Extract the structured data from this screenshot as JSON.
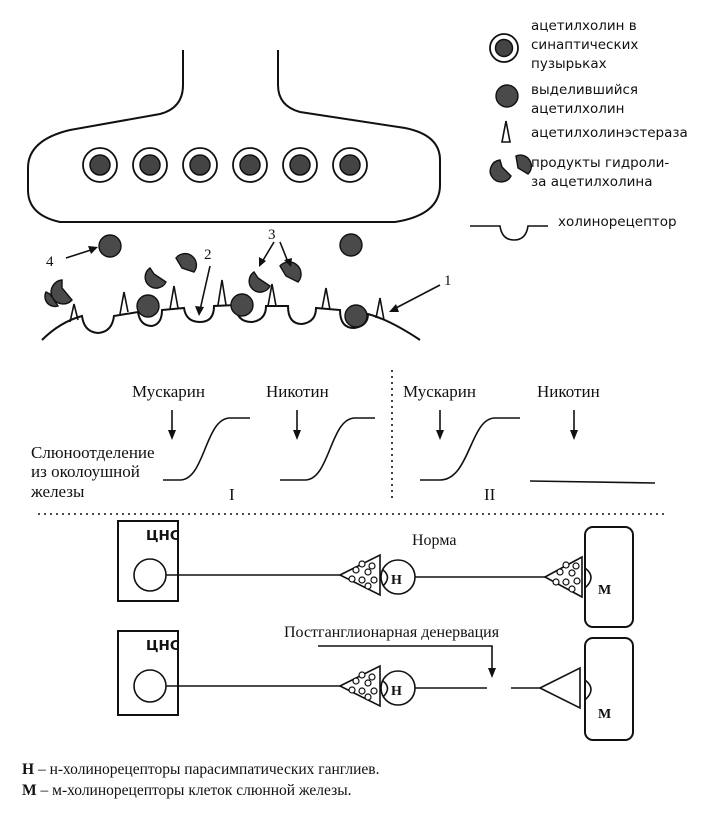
{
  "legend": {
    "vesicle": "ацетилхолин в синаптических пузырьках",
    "vesicle_lines": [
      "ацетилхолин в",
      "синаптических",
      "пузырьках"
    ],
    "released": "выделившийся ацетилхолин",
    "released_lines": [
      "выделившийся",
      "ацетилхолин"
    ],
    "esterase": "ацетилхолинэстераза",
    "products": "продукты гидролиза ацетилхолина",
    "products_lines": [
      "продукты гидроли-",
      "за ацетилхолина"
    ],
    "receptor": "холинорецептор"
  },
  "synapse_numbers": {
    "n1": "1",
    "n2": "2",
    "n3": "3",
    "n4": "4"
  },
  "graph": {
    "muscarine": "Мускарин",
    "nicotine": "Никотин",
    "ylabel_lines": [
      "Слюноотделение",
      "из околоушной",
      "железы"
    ],
    "panel_I": "I",
    "panel_II": "II"
  },
  "circuit": {
    "cns": "ЦНС",
    "norm": "Норма",
    "denervation": "Постганглионарная денервация",
    "h": "Н",
    "m": "М"
  },
  "footnote": {
    "h_key": "Н",
    "h_text": " – н-холинорецепторы парасимпатических ганглиев.",
    "m_key": "М",
    "m_text": " – м-холинорецепторы клеток слюнной железы."
  }
}
